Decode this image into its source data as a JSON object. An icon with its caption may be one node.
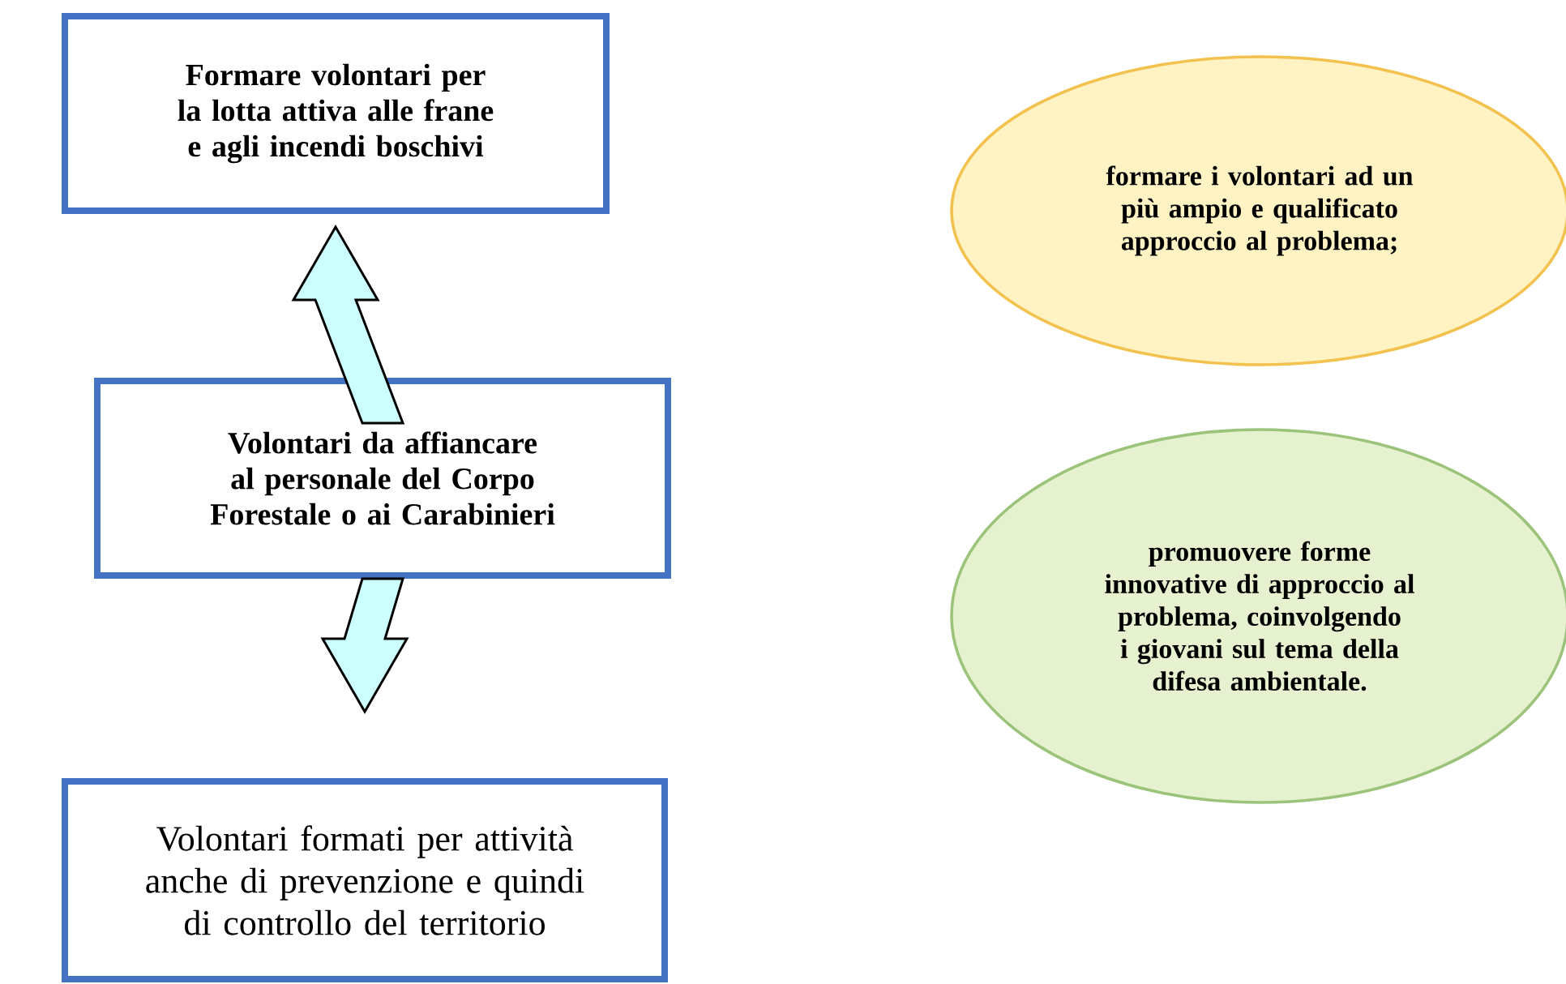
{
  "diagram": {
    "nodes": [
      {
        "text": [
          "Formare volontari per la lotta attiva alle frane e agli incendi boschivi"
        ]
      },
      {
        "text": [
          "Volontari da affiancare al personale del Corpo Forestale o ai Carabinieri"
        ]
      },
      {
        "text": [
          "Volontari formati per attività anche di prevenzione e quindi di controllo del territorio"
        ]
      },
      {
        "text": [
          "formare i volontari ad un più ampio e qualificato approccio al problema;"
        ]
      },
      {
        "text": [
          "promuovere forme innovative di approccio al problema, coinvolgendo i giovani sul tema della difesa ambientale."
        ]
      }
    ],
    "edges": [
      {
        "from": 1,
        "to": 0,
        "arrow": "to"
      },
      {
        "from": 1,
        "to": 2,
        "arrow": "to"
      }
    ]
  }
}
